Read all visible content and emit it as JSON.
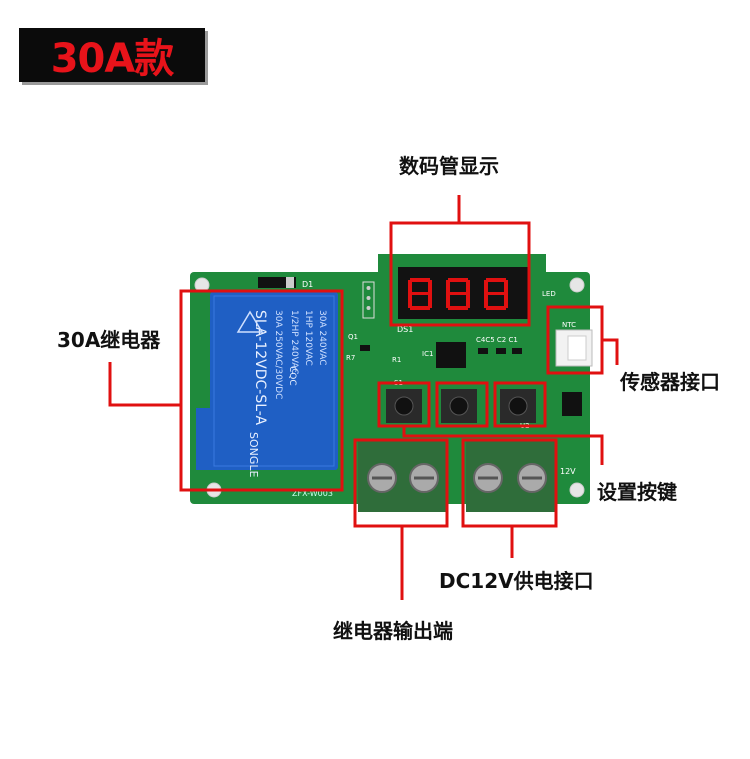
{
  "badge": {
    "text": "30A款"
  },
  "labels": {
    "display": "数码管显示",
    "relay": "30A继电器",
    "sensor": "传感器接口",
    "buttons": "设置按键",
    "power": "DC12V供电接口",
    "output": "继电器输出端"
  },
  "relay_marks": {
    "brand": "SONGLE",
    "model": "SLA-12VDC-SL-A",
    "rating1": "30A 250VAC/30VDC",
    "rating2": "30A 240VAC",
    "rating3": "1HP 120VAC",
    "rating4": "1/2HP 240VAC",
    "cqc": "CQC"
  },
  "pcb_marks": {
    "d1": "D1",
    "ds1": "DS1",
    "q1": "Q1",
    "r7": "R7",
    "r1": "R1",
    "ic1": "IC1",
    "caps": "C4C5 C2 C1",
    "led": "LED",
    "ntc": "NTC",
    "s1": "S1",
    "u2": "U2",
    "v12": "12V",
    "code": "ZFX-W003"
  },
  "colors": {
    "accent": "#e01010",
    "pcb": "#1f8a3c",
    "relay": "#1f5fc4",
    "terminal": "#2f6d3a"
  }
}
